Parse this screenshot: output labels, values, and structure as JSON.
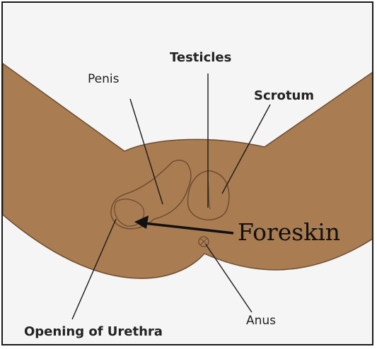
{
  "labels": {
    "testicles": "Testicles",
    "penis": "Penis",
    "scrotum": "Scrotum",
    "foreskin": "Foreskin",
    "anus": "Anus",
    "urethra": "Opening of Urethra"
  },
  "colors": {
    "skin": "#a97c52",
    "outline": "#6e4e30",
    "background": "#f5f5f5",
    "line": "#1a1a1a"
  }
}
